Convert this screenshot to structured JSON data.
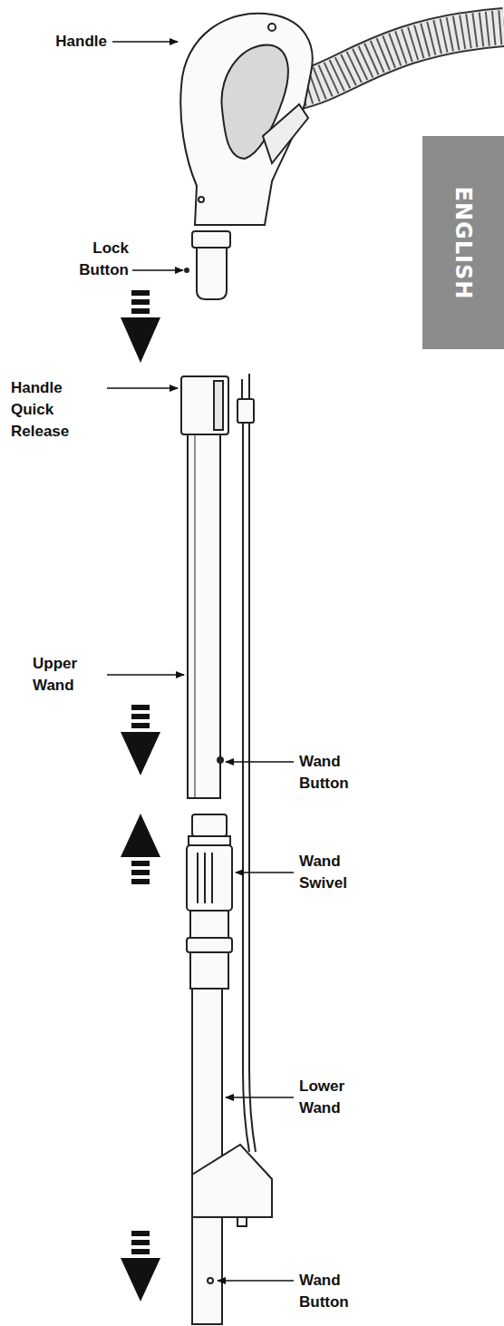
{
  "diagram": {
    "nodes": [
      {
        "text": [
          "ENGLISH"
        ]
      }
    ],
    "labels": [
      "Handle",
      "Lock Button",
      "Handle Quick Release",
      "Upper Wand",
      "Wand Button",
      "Wand Swivel",
      "Lower Wand",
      "Wand Button"
    ]
  }
}
